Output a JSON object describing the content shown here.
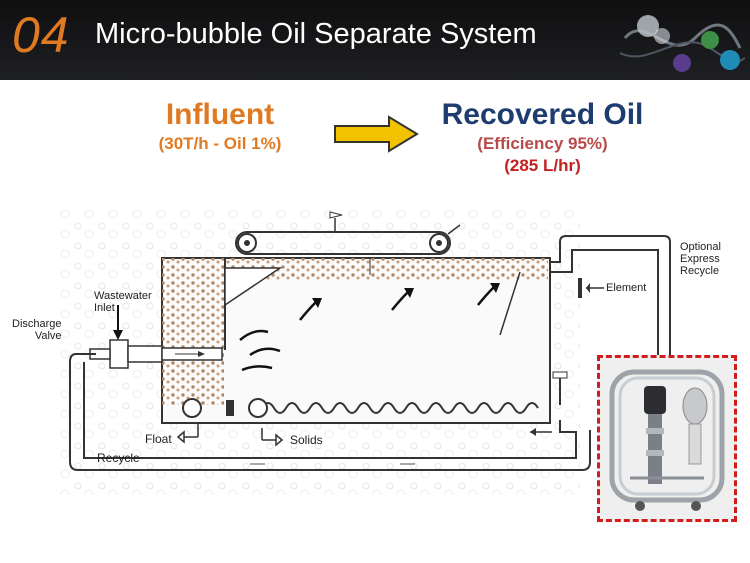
{
  "header": {
    "slide_number": "04",
    "title": "Micro-bubble Oil Separate System"
  },
  "influent": {
    "title": "Influent",
    "detail": "(30T/h - Oil 1%)"
  },
  "recovered": {
    "title": "Recovered Oil",
    "efficiency": "(Efficiency 95%)",
    "rate": "(285 L/hr)"
  },
  "diagram": {
    "labels": {
      "wastewater_inlet": "Wastewater\nInlet",
      "discharge_valve": "Discharge\nValve",
      "element": "Element",
      "optional_recycle": "Optional\nExpress\nRecycle",
      "float": "Float",
      "solids": "Solids",
      "recycle": "Recycle"
    }
  },
  "colors": {
    "accent_orange": "#e07a22",
    "navy": "#1d3d70",
    "red": "#c42020",
    "arrow_yellow": "#f2c200"
  }
}
